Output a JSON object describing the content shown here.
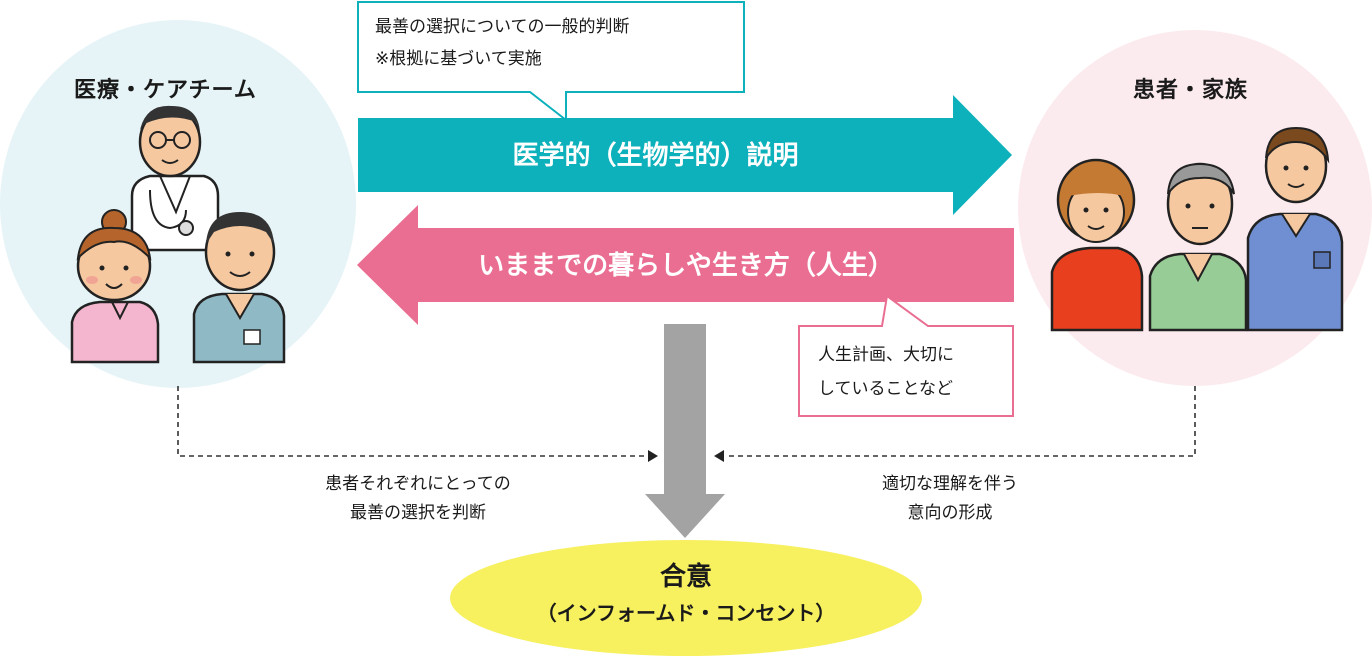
{
  "groups": {
    "care_team": "医療・ケアチーム",
    "patient_family": "患者・家族"
  },
  "arrows": {
    "medical_explanation": "医学的（生物学的）説明",
    "life_story": "いままでの暮らしや生き方（人生）"
  },
  "callouts": {
    "general_judgment_line1": "最善の選択についての一般的判断",
    "general_judgment_line2": "※根拠に基づいて実施",
    "life_plan_line1": "人生計画、大切に",
    "life_plan_line2": "していることなど"
  },
  "side_notes": {
    "left_line1": "患者それぞれにとっての",
    "left_line2": "最善の選択を判断",
    "right_line1": "適切な理解を伴う",
    "right_line2": "意向の形成"
  },
  "agreement": {
    "title": "合意",
    "subtitle": "（インフォームド・コンセント）"
  },
  "colors": {
    "teal": "#0db1bb",
    "pink": "#ea6e92",
    "gray": "#a3a3a3",
    "yellow": "#f7f05f",
    "left_bg": "#e6f4f7",
    "right_bg": "#fcebee"
  }
}
